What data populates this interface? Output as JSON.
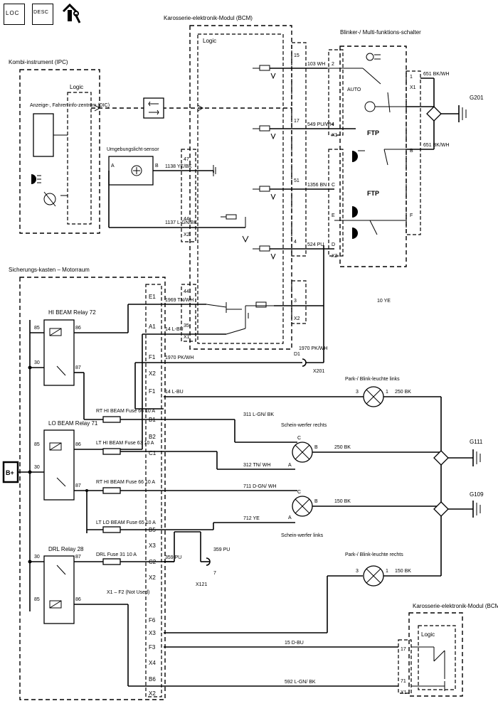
{
  "header": {
    "loc_icon_text": "LOC",
    "desc_icon_text": "DESC",
    "tools_icon": "wrench-info-icon"
  },
  "modules": {
    "b_plus": "B+",
    "ipc_title": "Kombi-instrument (IPC)",
    "ipc_logic": "Logic",
    "ipc_dic": "Anzeige-, Fahrer-info-zentrum (DIC)",
    "bcm_top_title": "Karosserie-elektronik-Modul (BCM)",
    "bcm_top_logic": "Logic",
    "switch_title": "Blinker-/ Multi-funktions-schalter",
    "switch_auto": "AUTO",
    "switch_ftp1": "FTP",
    "switch_ftp2": "FTP",
    "fusebox_title": "Sicherungs-kasten – Motorraum",
    "bcm_bottom_title": "Karosserie-elektronik-Modul (BCM)",
    "bcm_bottom_logic": "Logic",
    "ambient_sensor": "Umgebungslicht-sensor"
  },
  "relays": {
    "hi_beam": "HI BEAM Relay 72",
    "lo_beam": "LO BEAM Relay 71",
    "drl": "DRL Relay 28",
    "pin85": "85",
    "pin86": "86",
    "pin30": "30",
    "pin87": "87"
  },
  "fuses": {
    "rt_hi": "RT HI BEAM Fuse 66 10 A",
    "lt_hi": "LT HI BEAM Fuse 63 10 A",
    "rt_lo": "RT HI BEAM Fuse 66 10 A",
    "lt_lo": "LT LO BEAM Fuse 65 10 A",
    "drl": "DRL Fuse 31 10 A"
  },
  "connectors": {
    "e1": "E1",
    "a1": "A1",
    "f1a": "F1",
    "f1b": "F1",
    "b1": "B1",
    "b2": "B2",
    "c1": "C1",
    "b5": "B5",
    "x3": "X3",
    "c2": "C2",
    "x2a": "X2",
    "x2b": "X2",
    "x2c": "X2",
    "x2d": "X2",
    "x2e": "X2",
    "x2f": "X2",
    "x1a": "X1",
    "x1b": "X1",
    "x1c": "X1",
    "x1d": "X1",
    "f2_note": "X1 – F2 (Not Used)",
    "f6": "F6",
    "f3": "F3",
    "b6": "B6",
    "x4": "X4",
    "x201": "X201",
    "x121": "X121",
    "d1": "D1",
    "pin7": "7"
  },
  "wires": {
    "w1969": "1969 TN/WH",
    "w14a": "14 L-BU",
    "w1970a": "1970 PK/WH",
    "w14b": "14 L-BU",
    "w1970b": "1970 PK/WH",
    "w10": "10 YE",
    "w1137": "1137 L-GN/BK",
    "w1138": "1138 YE/BK",
    "w103": "103 WH",
    "w549": "549 PU/WH",
    "w1356": "1356 BN",
    "w524": "524 PU",
    "w651a": "651 BK/WH",
    "w651b": "651 BK/WH",
    "w311": "311 L-GN/ BK",
    "w312": "312 TN/ WH",
    "w711": "711 D-GN/ WH",
    "w712": "712 YE",
    "w250a": "250 BK",
    "w250b": "250 BK",
    "w150a": "150 BK",
    "w150b": "150 BK",
    "w359a": "359 PU",
    "w359b": "359 PU",
    "w15": "15 D-BU",
    "w592": "592 L-GN/ BK"
  },
  "pins": {
    "p15": "15",
    "p17": "17",
    "p51": "51",
    "p4": "4",
    "p3": "3",
    "p35": "35",
    "p44a": "44",
    "p44b": "44",
    "p47": "47",
    "p2": "2",
    "p4b": "4",
    "pA": "A",
    "pB": "B",
    "pC": "C",
    "pD": "D",
    "pE": "E",
    "pF": "F",
    "p1a": "1",
    "p1b": "1",
    "p3a": "3",
    "p3b": "3",
    "p17b": "17",
    "p71": "71"
  },
  "lamps": {
    "park_left": "Park-/ Blink-leuchte links",
    "park_right": "Park-/ Blink-leuchte rechts",
    "head_right": "Schein-werfer rechts",
    "head_left": "Schein-werfer links"
  },
  "grounds": {
    "g201": "G201",
    "g111": "G111",
    "g109": "G109"
  }
}
